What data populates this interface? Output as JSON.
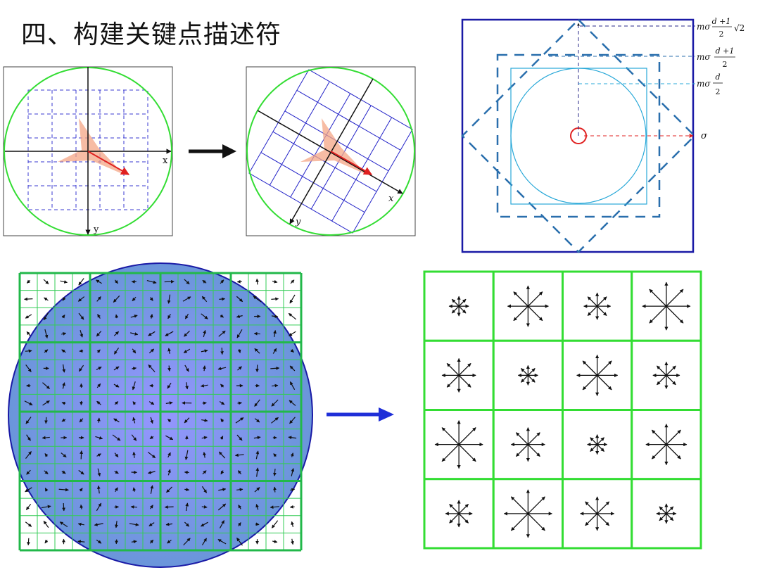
{
  "slide": {
    "title": "四、构建关键点描述符"
  },
  "panel_a": {
    "x_label": "x",
    "y_label": "y"
  },
  "panel_b": {
    "x_label": "x",
    "y_label": "y"
  },
  "scale_diagram": {
    "label_outer_m": "mσ",
    "label_outer_num": "d +1",
    "label_outer_den": "2",
    "label_outer_root": "√2",
    "label_mid_m": "mσ",
    "label_mid_num": "d +1",
    "label_mid_den": "2",
    "label_inner_m": "mσ",
    "label_inner_num": "d",
    "label_inner_den": "2",
    "label_sigma": "σ"
  },
  "descriptor_grid": {
    "rows": 4,
    "cols": 4
  },
  "colors": {
    "green": "#33dd33",
    "blue": "#1a1aa6",
    "arrow_red": "#e02020",
    "dash_blue": "#2a6fad",
    "light_cyan": "#28a8d8"
  }
}
